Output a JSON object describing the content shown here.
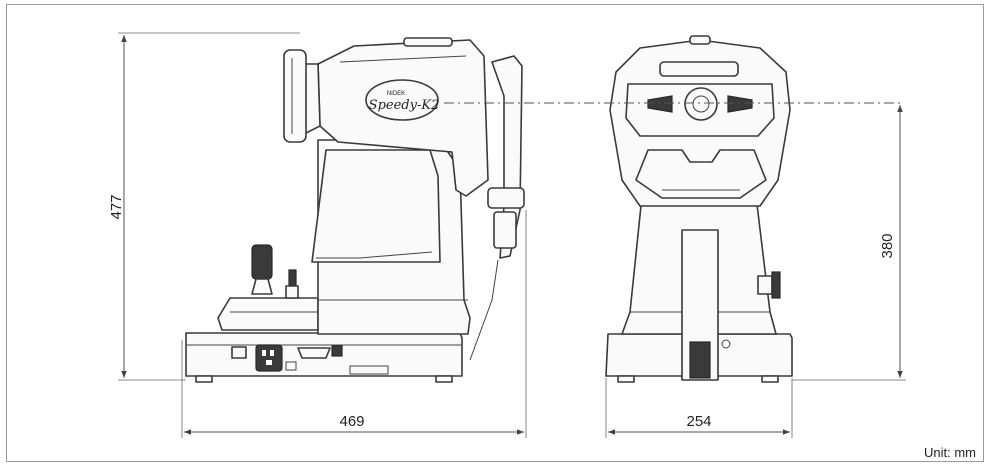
{
  "dimensions": {
    "height_side": "477",
    "depth_side": "469",
    "eye_height_front": "380",
    "width_front": "254"
  },
  "unit_note": "Unit: mm",
  "device_logo": {
    "brand": "NIDEK",
    "model": "Speedy-K2"
  },
  "colors": {
    "line": "#3a3a3a",
    "frame": "#9a9a9a",
    "background": "#ffffff"
  }
}
